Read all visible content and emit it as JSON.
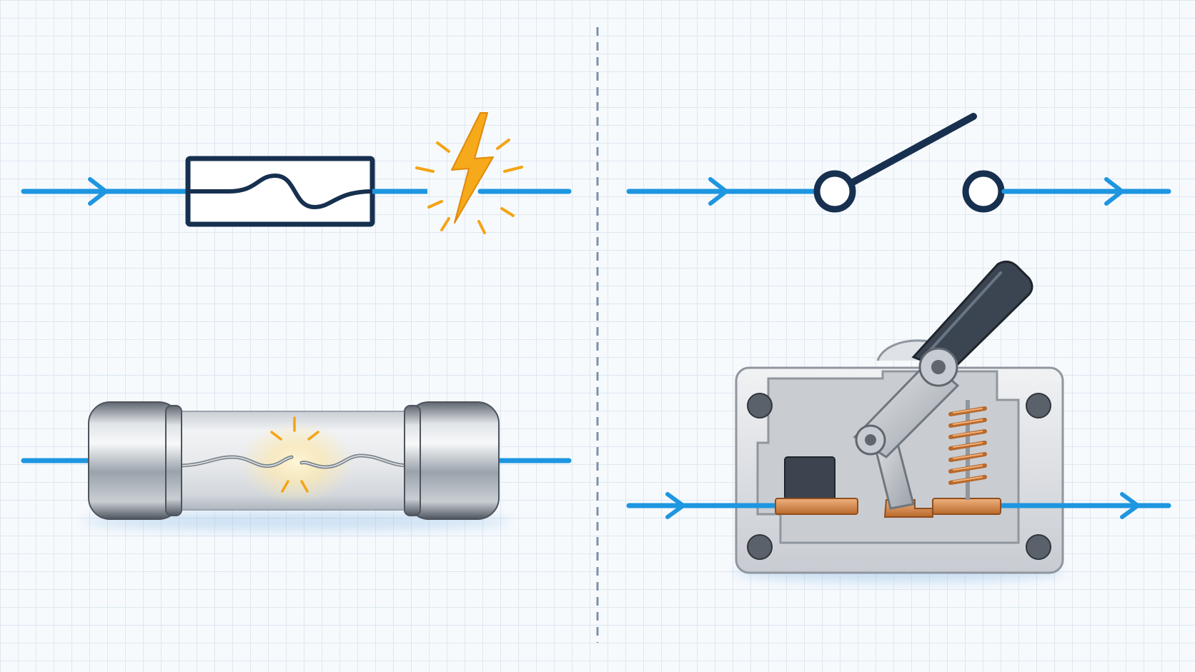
{
  "colors": {
    "wire": "#1e96e0",
    "symbol": "#17304f",
    "spark": "#f4a415",
    "copper": "#d4884a",
    "divider": "#7d91a8"
  },
  "panels": [
    {
      "id": "fuse",
      "symbol": "fuse-schematic-symbol",
      "state": "blown",
      "illustration": "cartridge-fuse-broken-filament"
    },
    {
      "id": "switch",
      "symbol": "switch-schematic-symbol",
      "state": "open",
      "illustration": "toggle-switch-mechanism-cutaway"
    }
  ]
}
